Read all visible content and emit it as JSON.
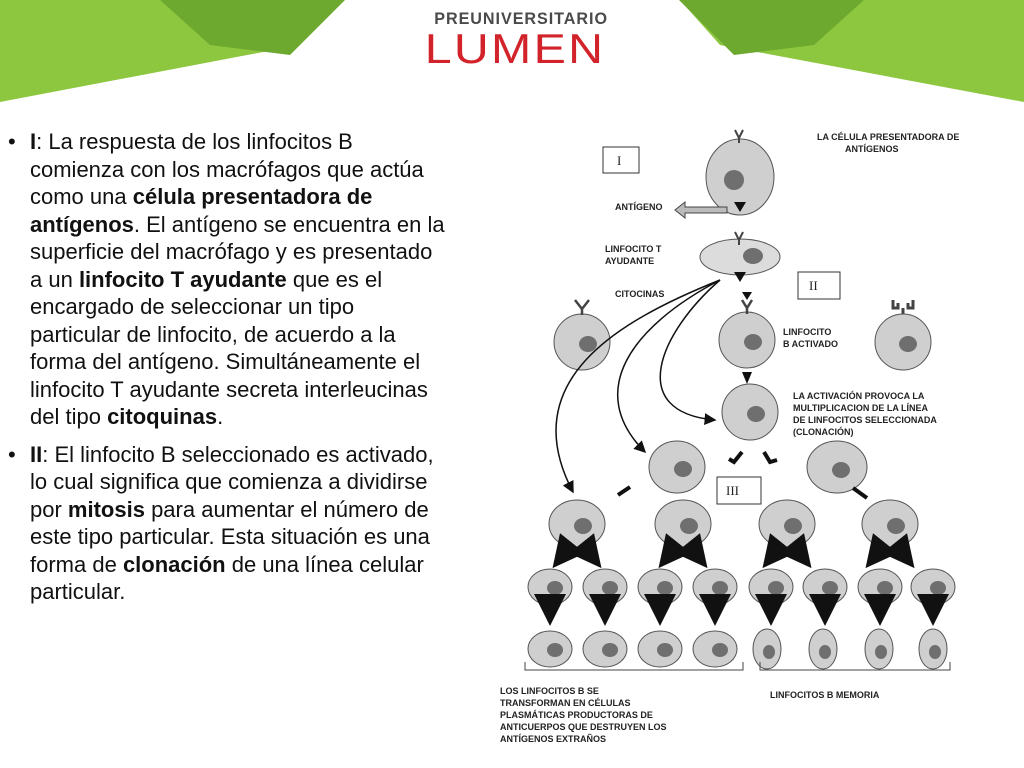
{
  "logo": {
    "top": "PREUNIVERSITARIO",
    "main": "LUMEN"
  },
  "colors": {
    "band_light": "#8dc63f",
    "band_dark": "#6ea92f",
    "brand": "#d2232a",
    "cell_fill": "#cfcfcf",
    "nucleus_fill": "#6f6f6f"
  },
  "bullets": [
    {
      "marker": "•",
      "parts": [
        {
          "text": "I",
          "bold": true
        },
        {
          "text": ": La respuesta de los linfocitos B comienza con los macrófagos que actúa como una ",
          "bold": false
        },
        {
          "text": "célula presentadora de antígenos",
          "bold": true
        },
        {
          "text": ". El antígeno se encuentra en la superficie del macrófago y es presentado a un ",
          "bold": false
        },
        {
          "text": "linfocito T ayudante",
          "bold": true
        },
        {
          "text": " que es el encargado de seleccionar un tipo particular de linfocito, de acuerdo a la forma del antígeno. Simultáneamente el linfocito T ayudante secreta interleucinas del tipo ",
          "bold": false
        },
        {
          "text": "citoquinas",
          "bold": true
        },
        {
          "text": ".",
          "bold": false
        }
      ]
    },
    {
      "marker": "•",
      "parts": [
        {
          "text": "II",
          "bold": true
        },
        {
          "text": ": El linfocito B seleccionado es activado, lo cual significa que comienza a dividirse por ",
          "bold": false
        },
        {
          "text": "mitosis",
          "bold": true
        },
        {
          "text": " para aumentar el número de este tipo particular. Esta situación es una forma de ",
          "bold": false
        },
        {
          "text": "clonación",
          "bold": true
        },
        {
          "text": " de una línea celular particular.",
          "bold": false
        }
      ]
    }
  ],
  "figure": {
    "title_lines": [
      "LA CÉLULA PRESENTADORA DE",
      "ANTÍGENOS"
    ],
    "label_antigen": "ANTÍGENO",
    "label_t_helper": [
      "LINFOCITO T",
      "AYUDANTE"
    ],
    "label_cytokines": "CITOCINAS",
    "label_b_activated": [
      "LINFOCITO",
      "B ACTIVADO"
    ],
    "label_activation": [
      "LA ACTIVACIÓN PROVOCA LA",
      "MULTIPLICACION DE LA LÍNEA",
      "DE LINFOCITOS SELECCIONADA",
      "(CLONACIÓN)"
    ],
    "box_labels": [
      "I",
      "II",
      "III"
    ],
    "label_plasma": [
      "LOS LINFOCITOS B SE",
      "TRANSFORMAN EN  CÉLULAS",
      "PLASMÁTICAS PRODUCTORAS DE",
      "ANTICUERPOS QUE DESTRUYEN LOS",
      "ANTÍGENOS EXTRAÑOS"
    ],
    "label_memory": "LINFOCITOS B MEMORIA"
  }
}
